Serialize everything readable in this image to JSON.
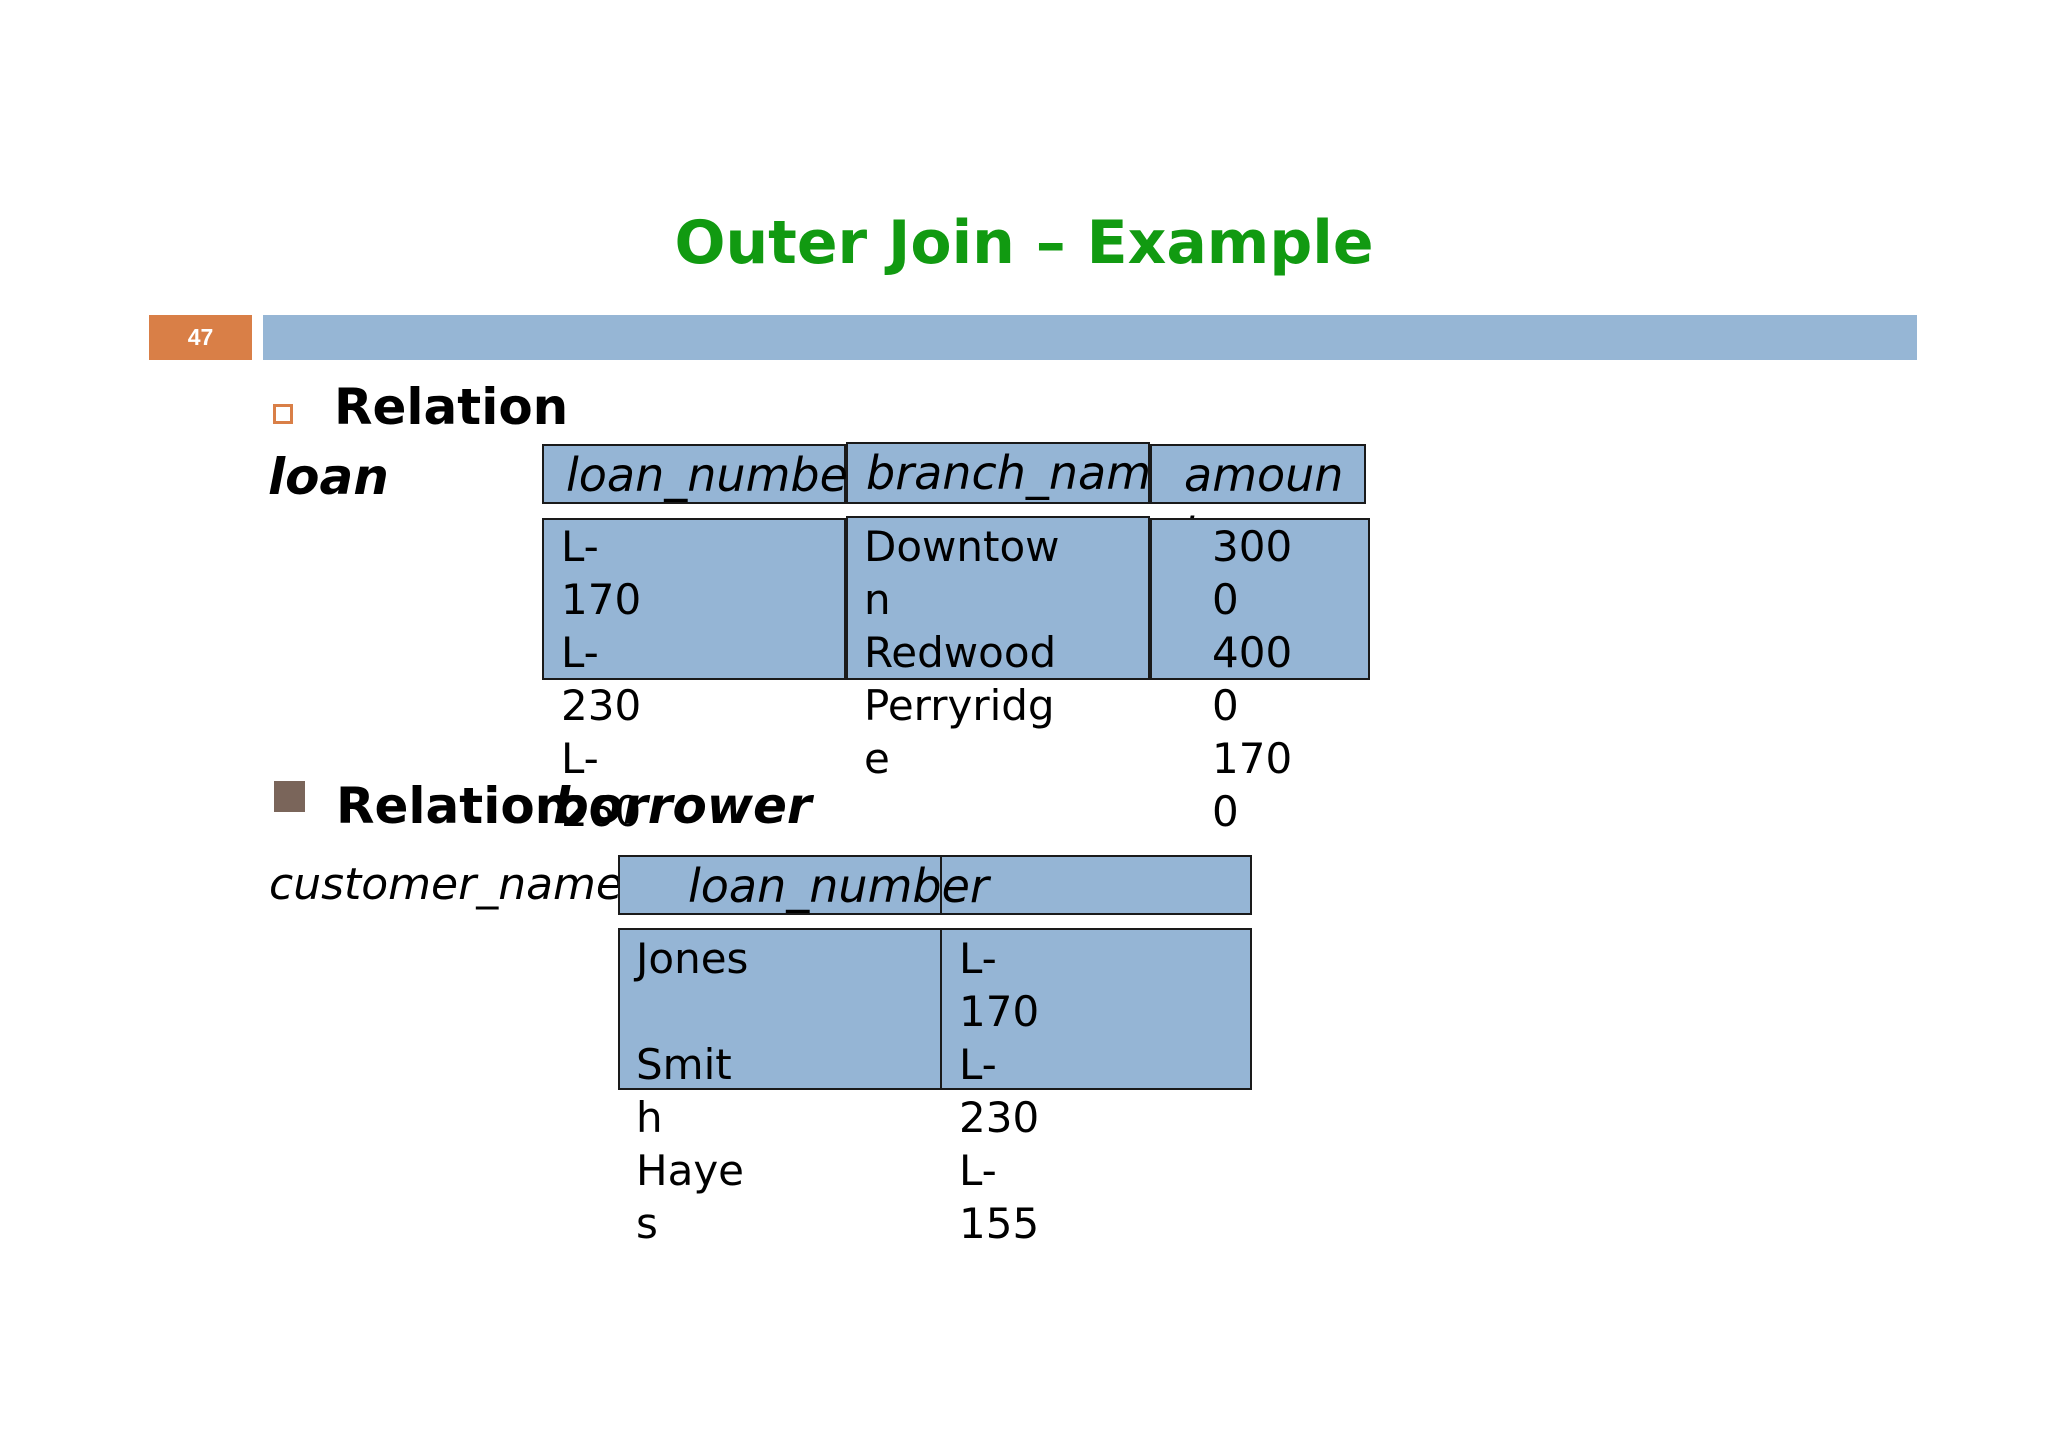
{
  "title": "Outer Join – Example",
  "page_number": "47",
  "section1": {
    "label": "Relation",
    "relation_name": "loan"
  },
  "loan": {
    "headers": [
      "loan_numbe",
      "branch_nam",
      "amoun"
    ],
    "header_overflow": "t",
    "columns": [
      "L-\n170\nL-\n230\nL-\n260",
      "Downtow\nn\nRedwood\nPerryridg\ne",
      "300\n0\n400\n0\n170\n0"
    ]
  },
  "section2": {
    "label": "Relation",
    "relation_name": "borrower"
  },
  "borrower": {
    "header_left": "customer_name",
    "header_loan": "loan_number",
    "columns": [
      "Jones\n\nSmit\nh\nHaye\ns",
      "L-\n170\nL-\n230\nL-\n155"
    ]
  },
  "colors": {
    "title": "#119a11",
    "accent_bar": "#96b6d5",
    "page_badge": "#d97f47",
    "table_fill": "#95b5d5"
  }
}
